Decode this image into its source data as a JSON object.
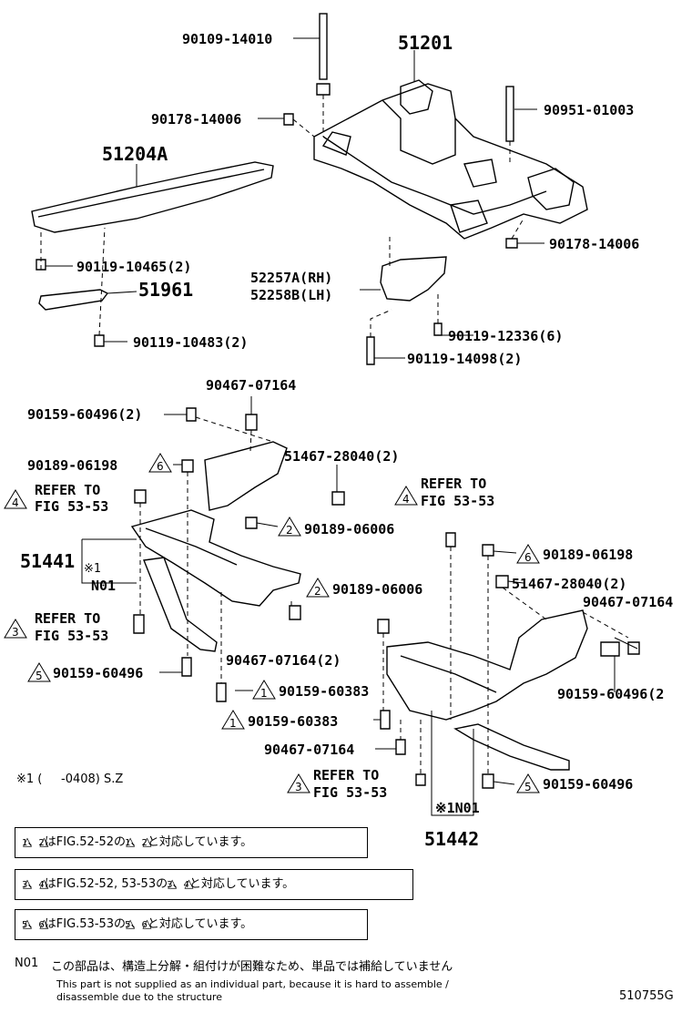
{
  "parts": {
    "p_51201": "51201",
    "p_90109_14010": "90109-14010",
    "p_90178_14006_top": "90178-14006",
    "p_90951_01003": "90951-01003",
    "p_51204A": "51204A",
    "p_90178_14006_right": "90178-14006",
    "p_90119_10465": "90119-10465(2)",
    "p_51961": "51961",
    "p_52257A": "52257A(RH)",
    "p_52258B": "52258B(LH)",
    "p_90119_10483": "90119-10483(2)",
    "p_90119_12336": "90119-12336(6)",
    "p_90119_14098": "90119-14098(2)",
    "p_90467_07164_top": "90467-07164",
    "p_90159_60496_topleft": "90159-60496(2)",
    "p_90189_06198_left": "90189-06198",
    "p_51467_28040_left": "51467-28040(2)",
    "p_refer_left1_a": "REFER TO",
    "p_refer_left1_b": "FIG 53-53",
    "p_90189_06006_left": "90189-06006",
    "p_refer_mid_a": "REFER TO",
    "p_refer_mid_b": "FIG 53-53",
    "p_51441": "51441",
    "p_note1_left": "※1",
    "p_n01_left": "N01",
    "p_90189_06198_right": "90189-06198",
    "p_51467_28040_right": "51467-28040(2)",
    "p_90189_06006_right": "90189-06006",
    "p_90467_07164_right": "90467-07164",
    "p_refer_left2_a": "REFER TO",
    "p_refer_left2_b": "FIG 53-53",
    "p_90467_07164_2": "90467-07164(2)",
    "p_90159_60496_left": "90159-60496",
    "p_90159_60496_right2": "90159-60496(2",
    "p_90159_60383_a": "90159-60383",
    "p_90159_60383_b": "90159-60383",
    "p_90467_07164_bottom": "90467-07164",
    "p_refer_bottom_a": "REFER TO",
    "p_refer_bottom_b": "FIG 53-53",
    "p_90159_60496_bottom": "90159-60496",
    "p_n01_right": "※1N01",
    "p_51442": "51442"
  },
  "triangles": {
    "t1": "1",
    "t2": "2",
    "t3": "3",
    "t4": "4",
    "t5": "5",
    "t6": "6"
  },
  "note_star": "※1 (     -0408) S.Z",
  "notes": {
    "n1_a": "1",
    "n1_b": "2",
    "n1_text": "はFIG.52-52の",
    "n1_c": "1",
    "n1_d": "2",
    "n1_end": "と対応しています。",
    "n2_a": "3",
    "n2_b": "4",
    "n2_text": "はFIG.52-52, 53-53の",
    "n2_c": "3",
    "n2_d": "4",
    "n2_end": "と対応しています。",
    "n3_a": "5",
    "n3_b": "6",
    "n3_text": "はFIG.53-53の",
    "n3_c": "5",
    "n3_d": "6",
    "n3_end": "と対応しています。"
  },
  "footer": {
    "code": "N01",
    "jp": "この部品は、構造上分解・組付けが困難なため、単品では補給していません",
    "en1": "This part is not supplied as an individual part, because it is hard to assemble /",
    "en2": "disassemble due to the structure",
    "fig_id": "510755G"
  }
}
